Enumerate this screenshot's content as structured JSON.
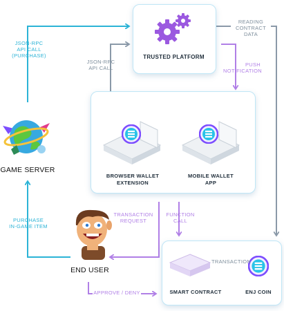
{
  "nodes": {
    "trusted_platform": "TRUSTED PLATFORM",
    "game_server": "GAME SERVER",
    "end_user": "END USER",
    "browser_wallet": [
      "BROWSER WALLET",
      "EXTENSION"
    ],
    "mobile_wallet": [
      "MOBILE WALLET",
      "APP"
    ],
    "smart_contract": "SMART CONTRACT",
    "enj_coin": "ENJ COIN"
  },
  "edges": {
    "json_rpc_purchase": [
      "JSON-RPC",
      "API CALL",
      "(PURCHASE)"
    ],
    "json_rpc_api": [
      "JSON-RPC",
      "API CALL"
    ],
    "reading_contract_data": [
      "READING",
      "CONTRACT",
      "DATA"
    ],
    "push_notification": [
      "PUSH",
      "NOTIFICATION"
    ],
    "purchase_in_game_item": [
      "PURCHASE",
      "IN-GAME ITEM"
    ],
    "transaction_request": [
      "TRANSACTION",
      "REQUEST"
    ],
    "function_call": [
      "FUNCTION",
      "CALL"
    ],
    "approve_deny": "APPROVE / DENY",
    "transaction": "TRANSACTION"
  },
  "colors": {
    "cyan": "#2bb3d6",
    "grey": "#8a99a8",
    "purple": "#b07fe6",
    "gear_purple": "#9b59e0",
    "card_border": "#bfe6f6"
  },
  "icons": [
    "gear-icon",
    "enjin-coin-icon",
    "game-globe-icon",
    "avatar-icon",
    "platform-tile-icon"
  ]
}
